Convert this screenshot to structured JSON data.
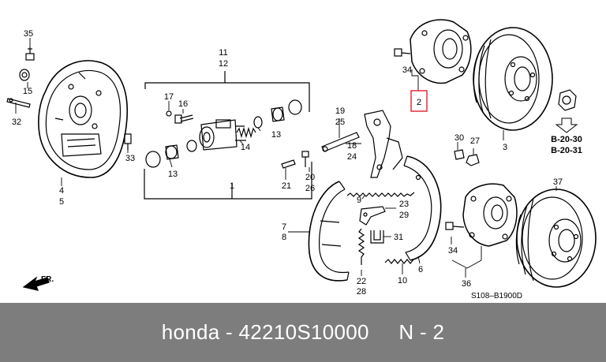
{
  "diagram": {
    "labels": {
      "n35": "35",
      "n15": "15",
      "n32": "32",
      "n4": "4",
      "n5": "5",
      "n33": "33",
      "n11": "11",
      "n12": "12",
      "n17": "17",
      "n16": "16",
      "n14": "14",
      "n13a": "13",
      "n13b": "13",
      "n1": "1",
      "n19": "19",
      "n25": "25",
      "n18": "18",
      "n24": "24",
      "n20": "20",
      "n26": "26",
      "n21": "21",
      "n9": "9",
      "n23": "23",
      "n29": "29",
      "n31": "31",
      "n22": "22",
      "n28": "28",
      "n10": "10",
      "n7": "7",
      "n8": "8",
      "n6": "6",
      "n34a": "34",
      "n2": "2",
      "n3": "3",
      "n30": "30",
      "n27": "27",
      "n37": "37",
      "n34b": "34",
      "n36": "36"
    },
    "refs": {
      "ref1": "B-20-30",
      "ref2": "B-20-31"
    },
    "fr_label": "FR.",
    "code": "S108–B1900D"
  },
  "caption": "honda - 42210S10000     N - 2",
  "colors": {
    "highlight": "#e0202a",
    "caption_bg": "#7d7d7d",
    "caption_text": "#ffffff"
  }
}
